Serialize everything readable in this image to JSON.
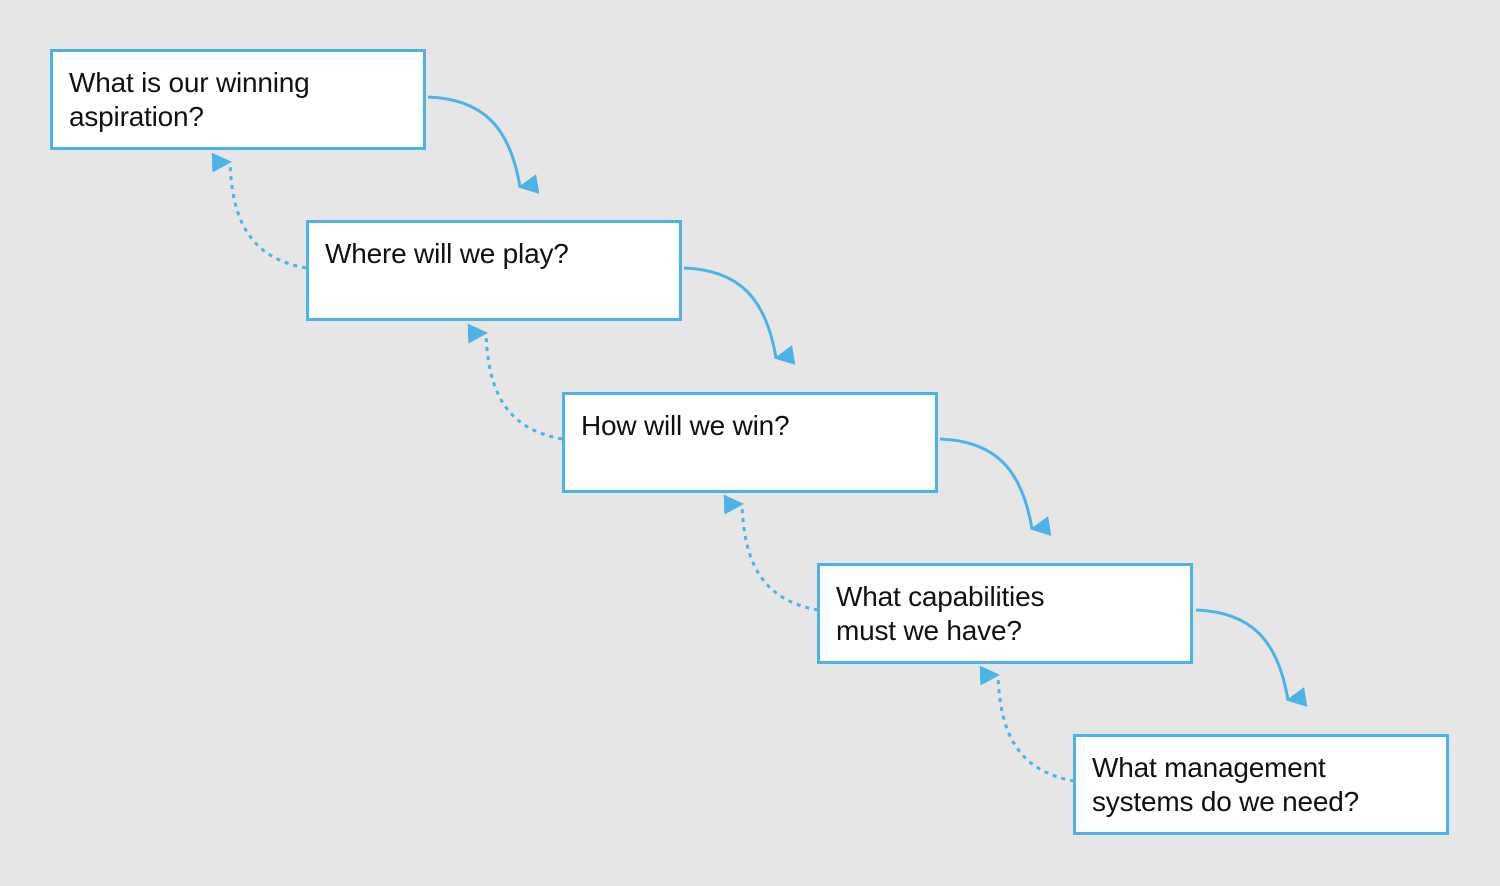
{
  "colors": {
    "background": "#e6e6e6",
    "accent": "#4db3e6",
    "box_fill": "#ffffff",
    "text": "#111111"
  },
  "steps": [
    {
      "label": "What is our winning\naspiration?"
    },
    {
      "label": "Where will we play?"
    },
    {
      "label": "How will we win?"
    },
    {
      "label": "What capabilities\nmust we have?"
    },
    {
      "label": "What management\nsystems do we need?"
    }
  ],
  "connectors": {
    "forward": "solid-arrow",
    "feedback": "dotted-arrow"
  }
}
